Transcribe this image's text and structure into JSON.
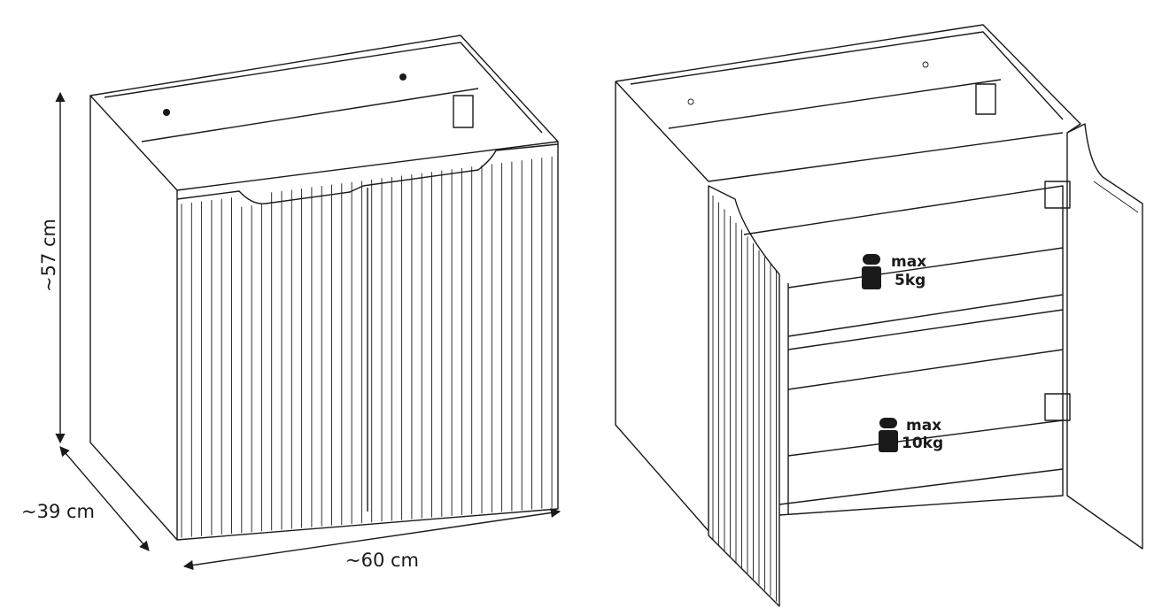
{
  "dimensions": {
    "height": "~57 cm",
    "depth": "~39 cm",
    "width": "~60 cm"
  },
  "load_labels": {
    "upper_shelf": {
      "line1": "max",
      "line2": "5kg"
    },
    "lower_shelf": {
      "line1": "max",
      "line2": "10kg"
    }
  },
  "icons": [
    "weight-icon",
    "weight-icon"
  ]
}
